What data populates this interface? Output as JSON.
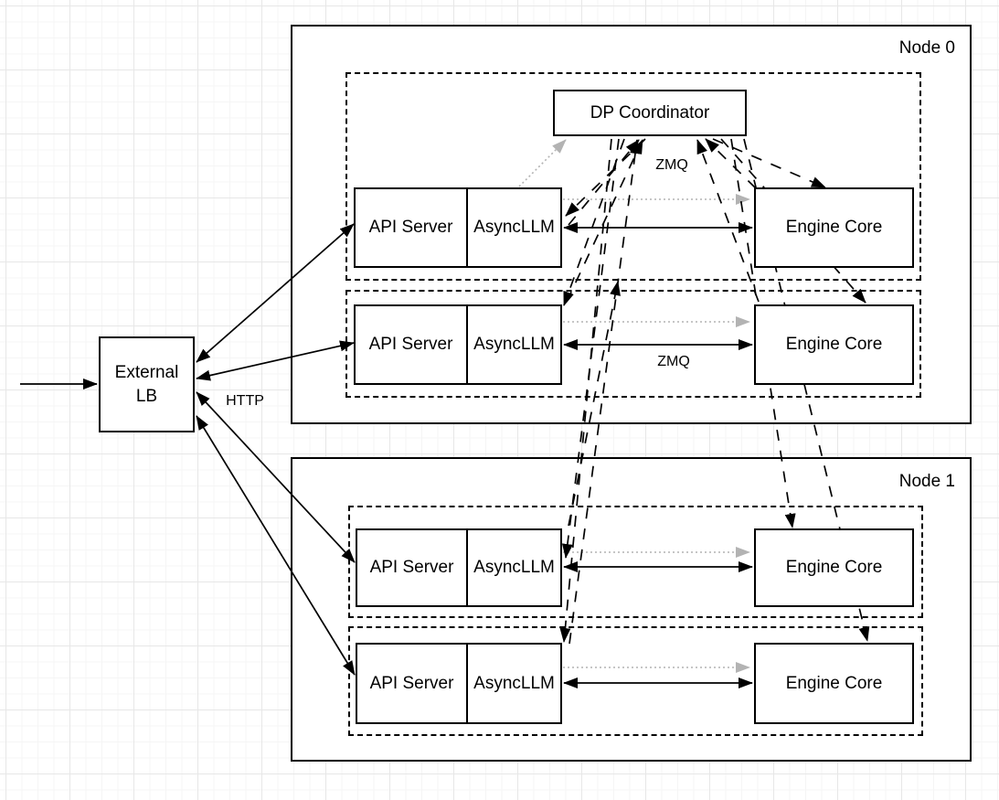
{
  "diagram": {
    "node0_label": "Node 0",
    "node1_label": "Node 1",
    "coordinator_label": "DP Coordinator",
    "external_lb_line1": "External",
    "external_lb_line2": "LB",
    "api_server_label": "API Server",
    "async_llm_label": "AsyncLLM",
    "engine_core_label": "Engine Core",
    "zmq_coordinator_label": "ZMQ",
    "zmq_engine_label": "ZMQ",
    "http_label": "HTTP",
    "colors": {
      "stroke": "#000000",
      "muted_arrow": "#b3b3b3",
      "box_fill": "#ffffff",
      "grid_minor": "#f5f5f5",
      "grid_major": "#e7e7e7"
    }
  }
}
